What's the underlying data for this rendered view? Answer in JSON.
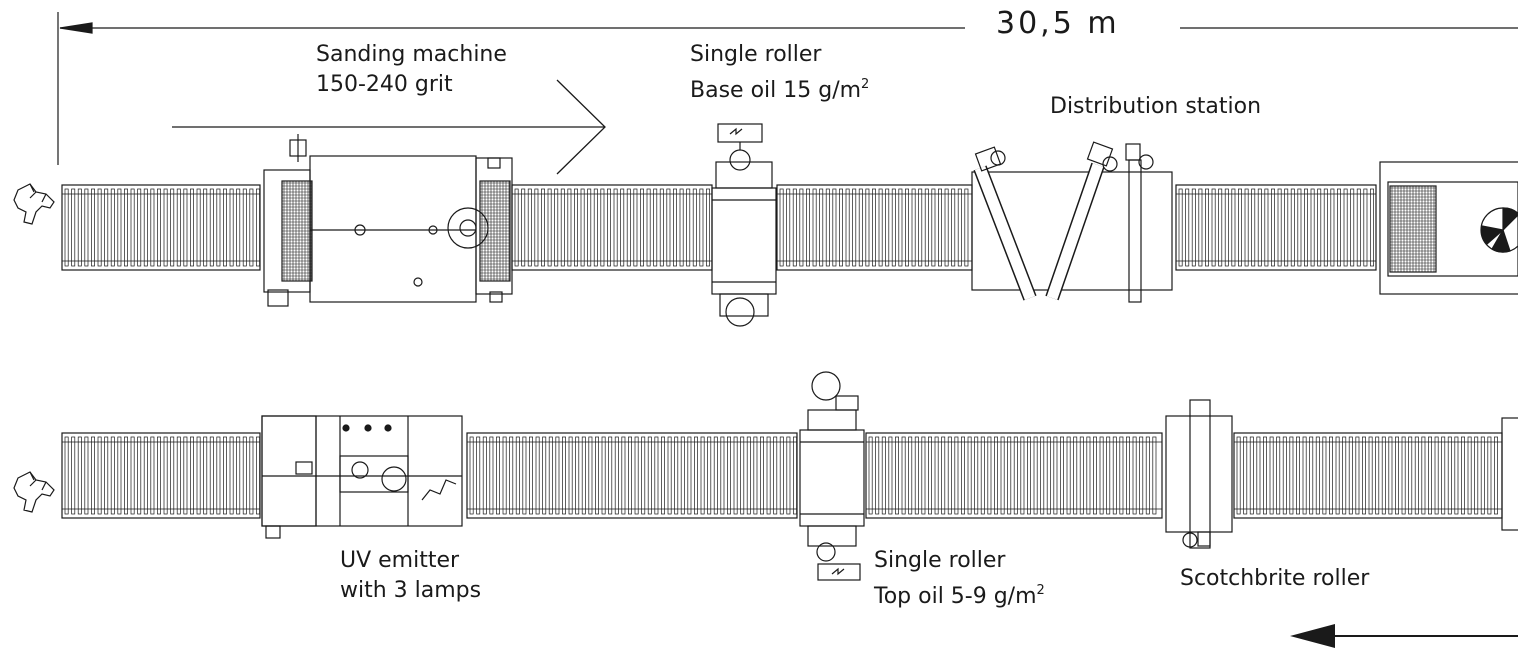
{
  "dimension": {
    "length_label": "30,5  m"
  },
  "labels": {
    "sanding_machine": {
      "line1": "Sanding machine",
      "line2": "150-240 grit"
    },
    "single_roller_base": {
      "line1": "Single roller",
      "line2_prefix": "Base oil 15 g/m",
      "line2_sup": "2"
    },
    "distribution_station": {
      "line1": "Distribution station"
    },
    "uv_emitter": {
      "line1": "UV emitter",
      "line2": "with 3 lamps"
    },
    "single_roller_top": {
      "line1": "Single roller",
      "line2_prefix": "Top oil  5-9 g/m",
      "line2_sup": "2"
    },
    "scotchbrite_roller": {
      "line1": "Scotchbrite roller"
    }
  },
  "colors": {
    "line": "#1a1a1a",
    "background": "#ffffff"
  }
}
